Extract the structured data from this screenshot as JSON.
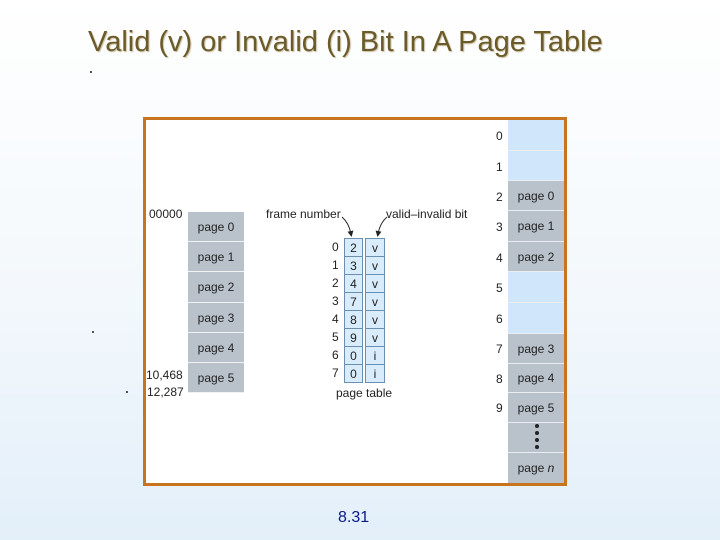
{
  "slide": {
    "title": "Valid (v) or Invalid (i) Bit In A Page Table",
    "footer": "8.31"
  },
  "logical_memory": {
    "start_address": "00000",
    "pages": [
      "page 0",
      "page 1",
      "page 2",
      "page 3",
      "page 4",
      "page 5"
    ],
    "boundary_address": "10,468",
    "end_address": "12,287"
  },
  "page_table": {
    "frame_label": "frame number",
    "valid_label": "valid–invalid bit",
    "caption": "page table",
    "entries": [
      {
        "index": "0",
        "frame": "2",
        "bit": "v"
      },
      {
        "index": "1",
        "frame": "3",
        "bit": "v"
      },
      {
        "index": "2",
        "frame": "4",
        "bit": "v"
      },
      {
        "index": "3",
        "frame": "7",
        "bit": "v"
      },
      {
        "index": "4",
        "frame": "8",
        "bit": "v"
      },
      {
        "index": "5",
        "frame": "9",
        "bit": "v"
      },
      {
        "index": "6",
        "frame": "0",
        "bit": "i"
      },
      {
        "index": "7",
        "frame": "0",
        "bit": "i"
      }
    ]
  },
  "physical_memory": {
    "frames": [
      {
        "index": "0",
        "label": ""
      },
      {
        "index": "1",
        "label": ""
      },
      {
        "index": "2",
        "label": "page 0"
      },
      {
        "index": "3",
        "label": "page 1"
      },
      {
        "index": "4",
        "label": "page 2"
      },
      {
        "index": "5",
        "label": ""
      },
      {
        "index": "6",
        "label": ""
      },
      {
        "index": "7",
        "label": "page 3"
      },
      {
        "index": "8",
        "label": "page 4"
      },
      {
        "index": "9",
        "label": "page 5"
      }
    ],
    "last_label_prefix": "page",
    "last_label_var": "n"
  },
  "colors": {
    "title": "#6b5a2a",
    "frame_border": "#c8731e",
    "memory_used": "#b9c2cb",
    "memory_free": "#cfe6fb",
    "footer": "#0a1a8a"
  }
}
